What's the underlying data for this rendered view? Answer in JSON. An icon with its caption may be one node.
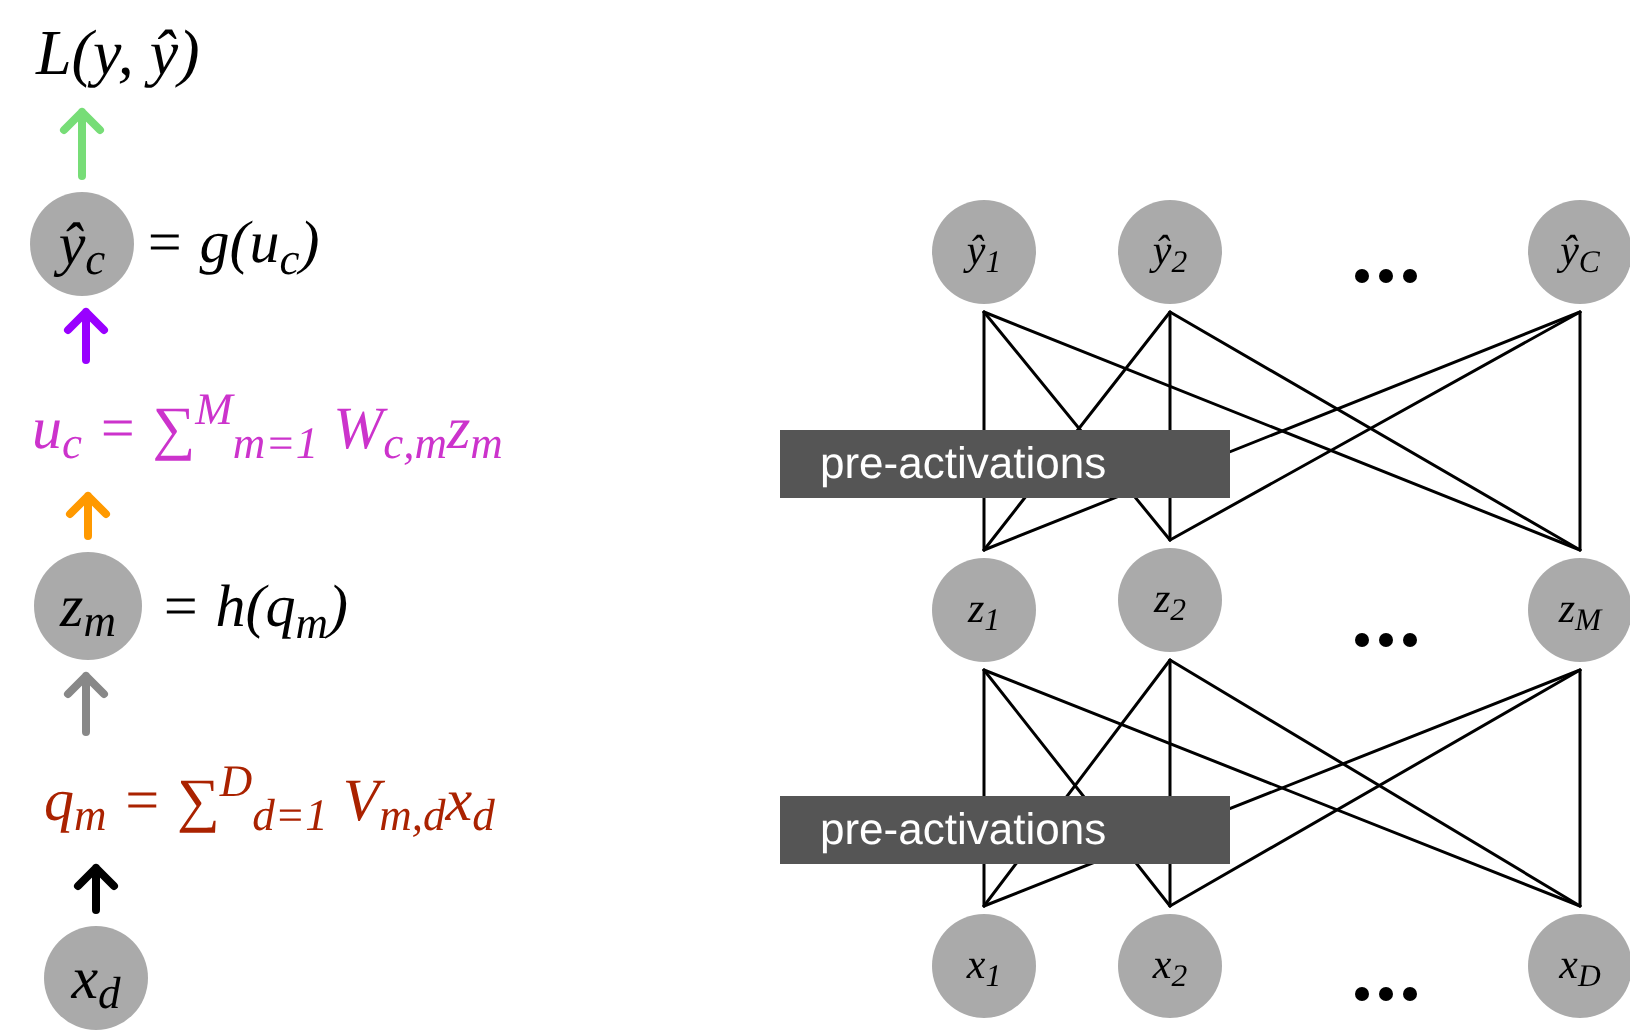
{
  "diagram": {
    "nodes": [
      {
        "text": [
          "L(y, ŷ)"
        ]
      },
      {
        "text": [
          "ŷ$_{c}$"
        ],
        "beside": [
          "= g(u$_{c}$)"
        ]
      },
      {
        "text": [
          "u$_{c}$ = ∑$^{M}$$_{m=1}$ W$_{c,m}$z$_{m}$"
        ]
      },
      {
        "text": [
          "z$_{m}$"
        ],
        "beside": [
          "= h(q$_{m}$)"
        ]
      },
      {
        "text": [
          "q$_{m}$ = ∑$^{D}$$_{d=1}$ V$_{m,d}$x$_{d}$"
        ]
      },
      {
        "text": [
          "x$_{d}$"
        ]
      },
      {
        "text": [
          "ŷ$_{1}$"
        ]
      },
      {
        "text": [
          "ŷ$_{2}$"
        ]
      },
      {
        "text": [
          "ŷ$_{C}$"
        ]
      },
      {
        "text": [
          "z$_{1}$"
        ]
      },
      {
        "text": [
          "z$_{2}$"
        ]
      },
      {
        "text": [
          "z$_{M}$"
        ]
      },
      {
        "text": [
          "x$_{1}$"
        ]
      },
      {
        "text": [
          "x$_{2}$"
        ]
      },
      {
        "text": [
          "x$_{D}$"
        ]
      }
    ],
    "edges": [
      {
        "from": 5,
        "to": 4,
        "arrow": "to",
        "style": "thick"
      },
      {
        "from": 4,
        "to": 3,
        "arrow": "to",
        "style": "thick",
        "color": "#888888"
      },
      {
        "from": 3,
        "to": 2,
        "arrow": "to",
        "style": "thick",
        "color": "#ff9900"
      },
      {
        "from": 2,
        "to": 1,
        "arrow": "to",
        "style": "thick",
        "color": "#9900ff"
      },
      {
        "from": 1,
        "to": 0,
        "arrow": "to",
        "style": "thick",
        "color": "#77dd77"
      },
      {
        "from": 6,
        "to": 9,
        "arrow": "none"
      },
      {
        "from": 6,
        "to": 10,
        "arrow": "none"
      },
      {
        "from": 6,
        "to": 11,
        "arrow": "none"
      },
      {
        "from": 7,
        "to": 9,
        "arrow": "none"
      },
      {
        "from": 7,
        "to": 10,
        "arrow": "none"
      },
      {
        "from": 7,
        "to": 11,
        "arrow": "none"
      },
      {
        "from": 8,
        "to": 9,
        "arrow": "none"
      },
      {
        "from": 8,
        "to": 10,
        "arrow": "none"
      },
      {
        "from": 8,
        "to": 11,
        "arrow": "none"
      },
      {
        "from": 9,
        "to": 12,
        "arrow": "none"
      },
      {
        "from": 9,
        "to": 13,
        "arrow": "none"
      },
      {
        "from": 9,
        "to": 14,
        "arrow": "none"
      },
      {
        "from": 10,
        "to": 12,
        "arrow": "none"
      },
      {
        "from": 10,
        "to": 13,
        "arrow": "none"
      },
      {
        "from": 10,
        "to": 14,
        "arrow": "none"
      },
      {
        "from": 11,
        "to": 12,
        "arrow": "none"
      },
      {
        "from": 11,
        "to": 13,
        "arrow": "none"
      },
      {
        "from": 11,
        "to": 14,
        "arrow": "none"
      }
    ],
    "labels": [
      "pre-activations",
      "pre-activations"
    ]
  }
}
